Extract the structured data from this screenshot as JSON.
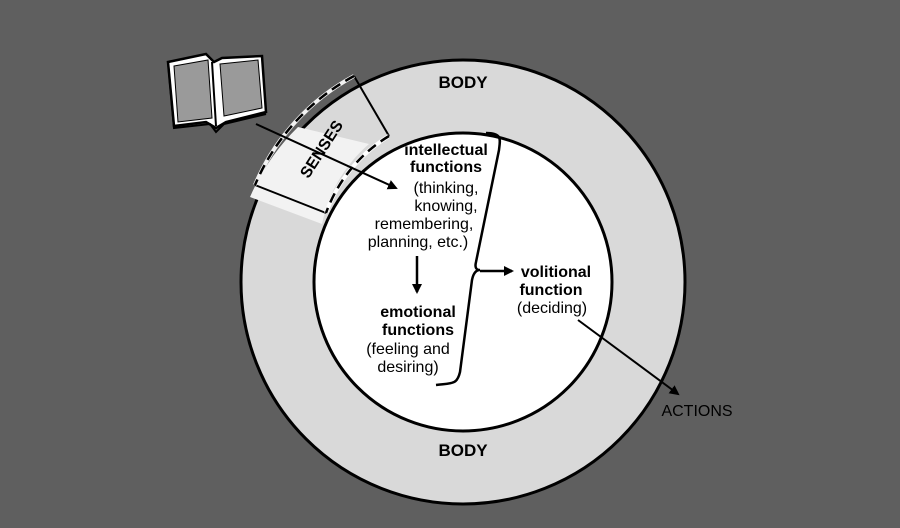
{
  "colors": {
    "background": "#5f5f5f",
    "ring": "#d9d9d9",
    "senses_segment": "#f0f0f0",
    "inner": "#ffffff",
    "stroke": "#000000"
  },
  "ring": {
    "top_label": "BODY",
    "bottom_label": "BODY",
    "senses_label": "SENSES"
  },
  "intellectual": {
    "title_line1": "intellectual",
    "title_line2": "functions",
    "detail_line1": "(thinking,",
    "detail_line2": "knowing,",
    "detail_line3": "remembering,",
    "detail_line4": "planning, etc.)"
  },
  "emotional": {
    "title_line1": "emotional",
    "title_line2": "functions",
    "detail_line1": "(feeling and",
    "detail_line2": "desiring)"
  },
  "volitional": {
    "title_line1": "volitional",
    "title_line2": "function",
    "detail_line1": "(deciding)"
  },
  "output_label": "ACTIONS",
  "icons": {
    "book": "open-book-icon"
  }
}
